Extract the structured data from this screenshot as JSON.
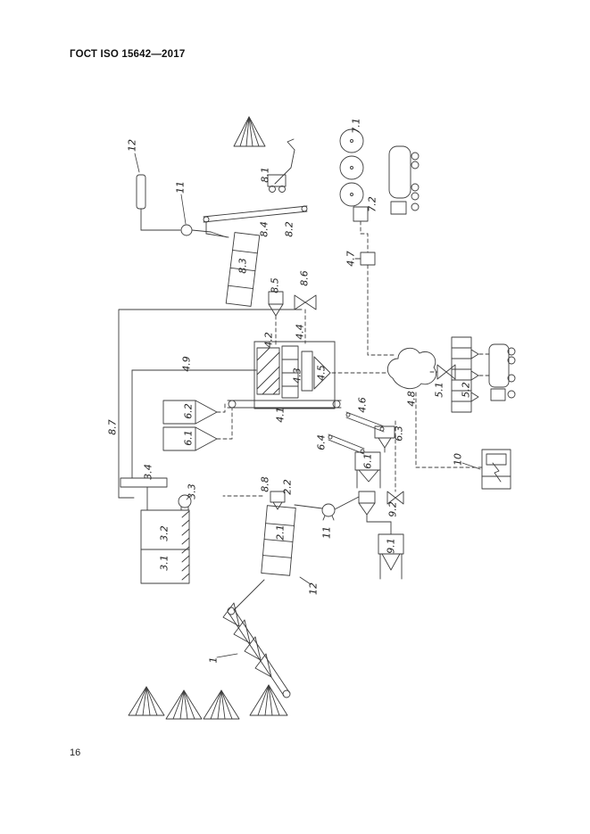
{
  "colors": {
    "paper": "#ffffff",
    "ink": "#3c3c3c"
  },
  "page": {
    "header": "ГОСТ ISO 15642—2017",
    "page_number": "16"
  },
  "figure": {
    "labels": [
      "12",
      "11",
      "8.1",
      "8.4",
      "8.2",
      "8.3",
      "8.5",
      "8.6",
      "7.1",
      "7.2",
      "4.7",
      "4.2",
      "4.4",
      "4.9",
      "4.3",
      "4.5",
      "4.8",
      "5.1",
      "5.2",
      "8.7",
      "6.2",
      "4.1",
      "4.6",
      "6.1",
      "6.4",
      "6.3",
      "6.1",
      "3.4",
      "3.3",
      "8.8",
      "2.2",
      "10",
      "3.2",
      "2.1",
      "11",
      "9.2",
      "3.1",
      "9.1",
      "12",
      "1"
    ]
  }
}
